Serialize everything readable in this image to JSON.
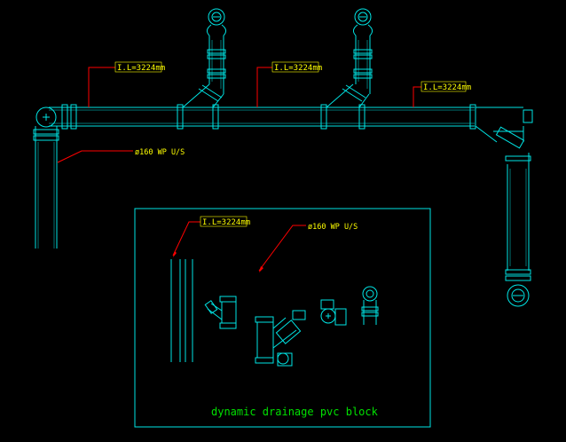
{
  "labels": {
    "il_top_1": "I.L=3224mm",
    "il_top_2": "I.L=3224mm",
    "il_top_3": "I.L=3224mm",
    "pipe_note_top": "ø160 WP U/S",
    "il_block": "I.L=3224mm",
    "pipe_note_block": "ø160 WP U/S",
    "block_caption": "dynamic drainage pvc block"
  },
  "colors": {
    "background": "#000000",
    "pipe": "#00e5e5",
    "leader": "#ff0000",
    "label_text": "#ffff00",
    "label_box": "#ffff00",
    "caption": "#00e000",
    "frame": "#00e5e5"
  }
}
